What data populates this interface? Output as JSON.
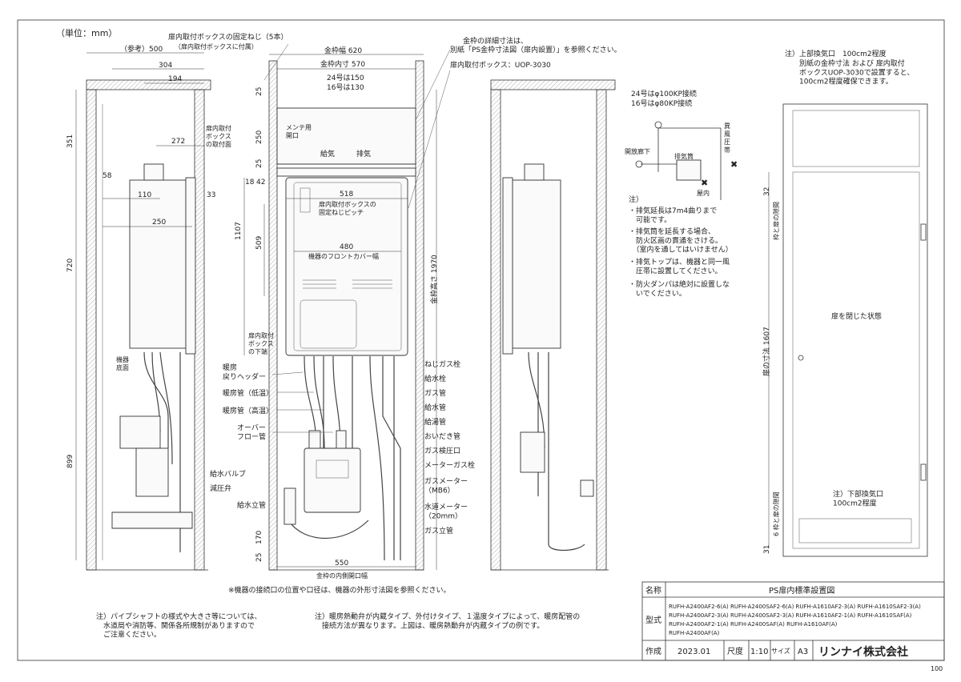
{
  "unit_label": "（単位：mm）",
  "page_number": "100",
  "front_view": {
    "dims": {
      "frame_width": "金枠幅 620",
      "frame_inner": "金枠内寸 570",
      "d24": "24号は150",
      "d16": "16号は130",
      "d518": "518",
      "d480": "480",
      "d509": "509",
      "d1107": "1107",
      "d250": "250",
      "d25a": "25",
      "d25b": "25",
      "d18": "18",
      "d42": "42",
      "d1970": "金枠高さ 1970",
      "d550": "550",
      "d25c": "25",
      "d170": "170"
    },
    "labels": {
      "maint": "メンテ用\n開口",
      "kyuki": "給気",
      "haiki": "排気",
      "box_pitch": "扉内取付ボックスの\n固定ねじピッチ",
      "front_cover": "機器のフロントカバー幅",
      "box_bottom": "扉内取付\nボックス\nの下端",
      "inner_opening": "金枠の内側開口幅"
    }
  },
  "side_view": {
    "dims": {
      "sanko": "（参考）500",
      "d304": "304",
      "d194": "194",
      "d272": "272",
      "d58": "58",
      "d110": "110",
      "d250": "250",
      "d33": "33",
      "d351": "351",
      "d720": "720",
      "d899": "899"
    },
    "labels": {
      "box_mount": "扉内取付\nボックス\nの取付面",
      "unit_bottom": "機器\n底面",
      "kyusui_valve": "給水バルブ",
      "genatsu": "減圧弁",
      "kyusui_riser": "給水立管"
    }
  },
  "top_notes": {
    "screw": "扉内取付ボックスの固定ねじ（5本）",
    "screw_sub": "（扉内取付ボックスに付属）",
    "detail1": "金枠の詳細寸法は、",
    "detail2": "別紙「PS金枠寸法図（扉内設置）」を参照ください。",
    "box_model": "扉内取付ボックス：UOP-3030"
  },
  "pipe_labels": {
    "left": [
      "暖房\n戻りヘッダー",
      "暖房管（低温）",
      "暖房管（高温）",
      "オーバー\nフロー管"
    ],
    "right": [
      "ねじガス栓",
      "給水栓",
      "ガス管",
      "給水管",
      "給湯管",
      "おいだき管",
      "ガス検圧口",
      "メーターガス栓",
      "ガスメーター\n（MB6）",
      "水道メーター\n（20mm）",
      "ガス立管"
    ]
  },
  "vent_detail": {
    "line1": "24号はφ100KP接続",
    "line2": "16号はφ80KP接続",
    "kaiho": "開放廊下",
    "haikito": "排気筒",
    "okunai": "屋内",
    "ifuatsu": "異\n風\n圧\n帯"
  },
  "notes_middle": [
    "注）",
    "・排気延長は7m4曲りまで\n　可能です。",
    "・排気筒を延長する場合、\n　防火区画の貫通をさける。\n　（室内を通してはいけません）",
    "・排気トップは、機器と同一風\n　圧帯に設置してください。",
    "・防火ダンパは絶対に設置しな\n　いでください。"
  ],
  "door_view": {
    "upper_vent": "注）上部換気口　100cm2程度",
    "upper_note": "別紙の金枠寸法 および 扉内取付\nボックスUOP-3030で設置すると、\n100cm2程度確保できます。",
    "door_closed": "扉を閉じた状態",
    "lower_vent": "注）下部換気口\n100cm2程度",
    "d32": "32",
    "d1607": "扉の寸法 1607",
    "d31": "31",
    "frame_gap_top": "枠と扉の隙間",
    "frame_gap_bottom": "6 枠と扉の隙間"
  },
  "bottom_notes": {
    "connection": "※機器の接続口の位置や口径は、機器の外形寸法図を参照ください。",
    "note1": "注）パイプシャフトの様式や大きさ等については、\n　水道局や消防等、関係各所規制がありますので\n　ご注意ください。",
    "note2": "注）暖房熱動弁が内蔵タイプ、外付けタイプ、１温度タイプによって、暖房配管の\n　接続方法が異なります。上図は、暖房熱動弁が内蔵タイプの例です。"
  },
  "title_block": {
    "name_label": "名称",
    "name_value": "PS扉内標準設置図",
    "model_label": "型式",
    "models": [
      "RUFH-A2400AF2-6(A)  RUFH-A2400SAF2-6(A)  RUFH-A1610AF2-3(A)  RUFH-A1610SAF2-3(A)",
      "RUFH-A2400AF2-3(A)  RUFH-A2400SAF2-3(A)  RUFH-A1610AF2-1(A)  RUFH-A1610SAF(A)",
      "RUFH-A2400AF2-1(A)  RUFH-A2400SAF(A)     RUFH-A1610AF(A)",
      "RUFH-A2400AF(A)"
    ],
    "made_label": "作成",
    "made_value": "2023.01",
    "scale_label": "尺度",
    "scale_value": "1:10",
    "size_label": "サイズ",
    "size_value": "A3",
    "company": "リンナイ株式会社"
  }
}
